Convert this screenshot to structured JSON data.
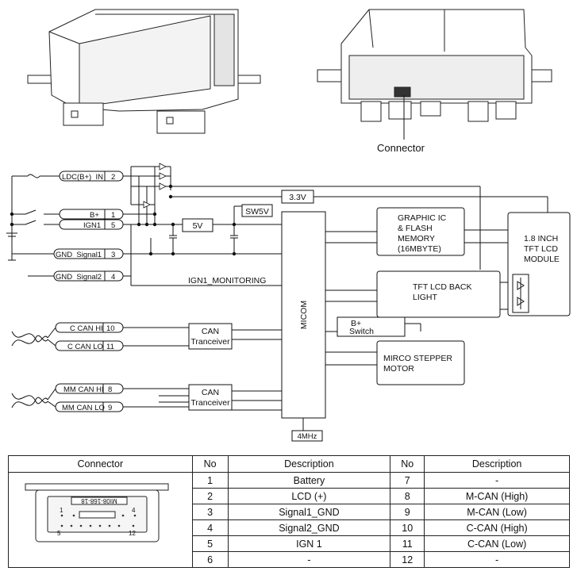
{
  "photo_labels": {
    "connector": "Connector"
  },
  "wire_labels": {
    "ldc": "LDC(B+)_IN",
    "ldc_pin": "2",
    "bplus": "B+",
    "bplus_pin": "1",
    "ign1": "IGN1",
    "ign1_pin": "5",
    "gnd1": "GND_Signal1",
    "gnd1_pin": "3",
    "gnd2": "GND_Signal2",
    "gnd2_pin": "4",
    "ccan_hi": "C CAN HI",
    "ccan_hi_pin": "10",
    "ccan_lo": "C CAN LO",
    "ccan_lo_pin": "11",
    "mmcan_hi": "MM CAN HI",
    "mmcan_hi_pin": "8",
    "mmcan_lo": "MM CAN LO",
    "mmcan_lo_pin": "9"
  },
  "blocks": {
    "v33": "3.3V",
    "sw5v": "SW5V",
    "v5": "5V",
    "ign1_monitoring": "IGN1_MONITORING",
    "micom": "MICOM",
    "graphic_ic": [
      "GRAPHIC IC",
      "& FLASH",
      "MEMORY",
      "(16MBYTE)"
    ],
    "tft_module": [
      "1.8 INCH",
      "TFT LCD",
      "MODULE"
    ],
    "backlight": [
      "TFT LCD BACK",
      "LIGHT"
    ],
    "bplus_switch": [
      "B+",
      "Switch"
    ],
    "stepper": [
      "MIRCO STEPPER",
      "MOTOR"
    ],
    "can1": [
      "CAN",
      "Tranceiver"
    ],
    "can2": [
      "CAN",
      "Tranceiver"
    ],
    "clock": "4MHz"
  },
  "connector_drawing": {
    "label": "MI08-168-18",
    "pin1": "1",
    "pin4": "4",
    "pin5": "5",
    "pin12": "12"
  },
  "table": {
    "headers": [
      "Connector",
      "No",
      "Description",
      "No",
      "Description"
    ],
    "rows": [
      [
        "1",
        "Battery",
        "7",
        "-"
      ],
      [
        "2",
        "LCD (+)",
        "8",
        "M-CAN (High)"
      ],
      [
        "3",
        "Signal1_GND",
        "9",
        "M-CAN (Low)"
      ],
      [
        "4",
        "Signal2_GND",
        "10",
        "C-CAN (High)"
      ],
      [
        "5",
        "IGN 1",
        "11",
        "C-CAN (Low)"
      ],
      [
        "6",
        "-",
        "12",
        "-"
      ]
    ]
  }
}
